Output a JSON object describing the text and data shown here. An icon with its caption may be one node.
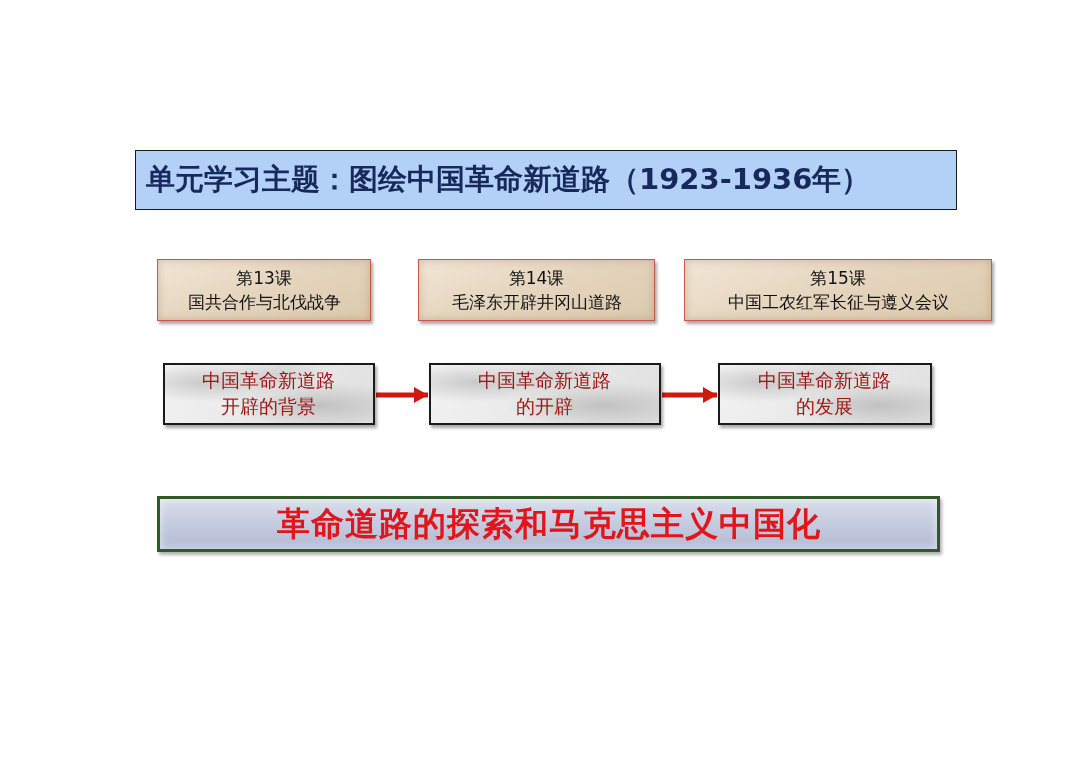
{
  "diagram": {
    "title": "单元学习主题：图绘中国革命新道路（1923-1936年）",
    "nodes": [
      {
        "text": [
          "第13课",
          "国共合作与北伐战争"
        ]
      },
      {
        "text": [
          "第14课",
          "毛泽东开辟井冈山道路"
        ]
      },
      {
        "text": [
          "第15课",
          "中国工农红军长征与遵义会议"
        ]
      },
      {
        "text": [
          "中国革命新道路开辟的背景"
        ]
      },
      {
        "text": [
          "中国革命新道路的开辟"
        ]
      },
      {
        "text": [
          "中国革命新道路的发展"
        ]
      },
      {
        "text": [
          "革命道路的探索和马克思主义中国化"
        ]
      }
    ],
    "edges": [
      {
        "from": 3,
        "to": 4,
        "arrow": "to"
      },
      {
        "from": 4,
        "to": 5,
        "arrow": "to"
      }
    ]
  }
}
